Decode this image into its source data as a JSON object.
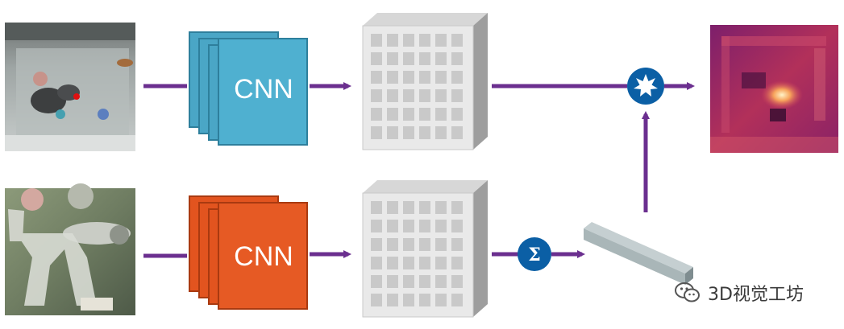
{
  "top_branch": {
    "cnn_label": "CNN"
  },
  "bottom_branch": {
    "cnn_label": "CNN"
  },
  "sum_symbol": "Σ",
  "watermark": "3D视觉工坊",
  "colors": {
    "arrow": "#6b2f8f",
    "cnn_top": "#4aa6c6",
    "cnn_top_edge": "#2e7f9c",
    "cnn_bottom": "#e2541f",
    "cnn_bottom_edge": "#a93a10",
    "feature_map_front": "#e9e9e9",
    "feature_map_side": "#9e9e9e",
    "operator_circle": "#0b5fa5",
    "vector_bar": "#a9b6b8"
  }
}
